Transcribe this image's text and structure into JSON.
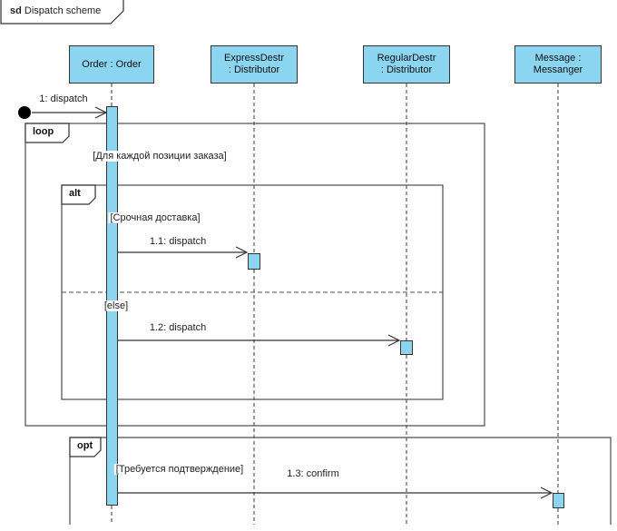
{
  "frame": {
    "keyword": "sd",
    "title": "Dispatch scheme"
  },
  "lifelines": [
    {
      "name": "Order : Order",
      "line1": "Order : Order",
      "line2": ""
    },
    {
      "name": "ExpressDestr : Distributor",
      "line1": "ExpressDestr",
      "line2": ": Distributor"
    },
    {
      "name": "RegularDestr : Distributor",
      "line1": "RegularDestr",
      "line2": ": Distributor"
    },
    {
      "name": "Message : Messanger",
      "line1": "Message :",
      "line2": "Messanger"
    }
  ],
  "fragments": {
    "loop": {
      "operator": "loop",
      "guard": "[Для каждой позиции заказа]"
    },
    "alt": {
      "operator": "alt",
      "guard_if": "[Срочная доставка]",
      "guard_else": "[else]"
    },
    "opt": {
      "operator": "opt",
      "guard": "[Требуется подтверждение]"
    }
  },
  "messages": {
    "m1": {
      "label": "1: dispatch"
    },
    "m11": {
      "label": "1.1: dispatch"
    },
    "m12": {
      "label": "1.2: dispatch"
    },
    "m13": {
      "label": "1.3: confirm"
    }
  },
  "colors": {
    "element_fill": "#8BD5F0",
    "element_border": "#333333",
    "fragment_border": "#4D4D4D",
    "lifeline": "#595959",
    "arrow": "#333333",
    "text": "#1F1F1F",
    "background": "#FFFFFF"
  }
}
